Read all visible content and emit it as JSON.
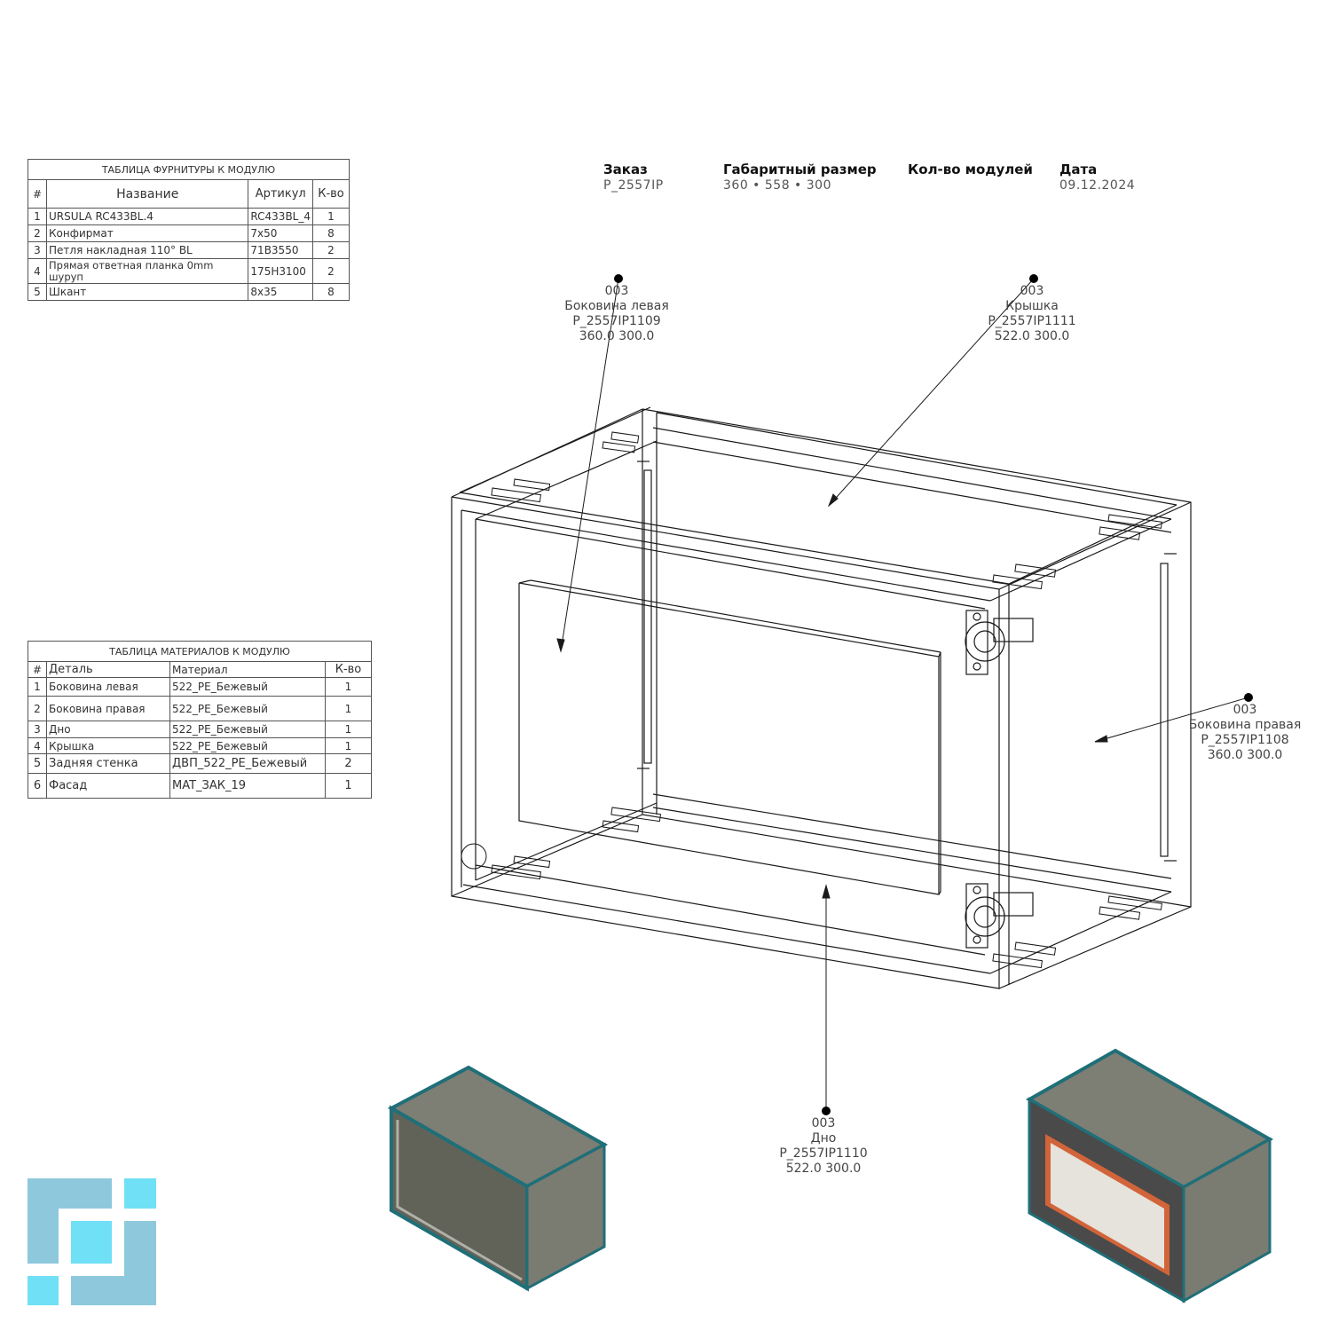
{
  "header": {
    "order_label": "Заказ",
    "order_value": "P_2557IP",
    "size_label": "Габаритный размер",
    "size_value": "360 • 558 • 300",
    "modules_label": "Кол-во модулей",
    "modules_value": "",
    "date_label": "Дата",
    "date_value": "09.12.2024"
  },
  "hardware_table": {
    "title": "ТАБЛИЦА ФУРНИТУРЫ К МОДУЛЮ",
    "columns": [
      "#",
      "Название",
      "Артикул",
      "К-во"
    ],
    "rows": [
      [
        "1",
        "URSULA RC433BL.4",
        "RC433BL_4",
        "1"
      ],
      [
        "2",
        "Конфирмат",
        "7x50",
        "8"
      ],
      [
        "3",
        "Петля накладная 110° BL",
        "71B3550",
        "2"
      ],
      [
        "4",
        "Прямая ответная планка 0mm шуруп",
        "175H3100",
        "2"
      ],
      [
        "5",
        "Шкант",
        "8x35",
        "8"
      ]
    ]
  },
  "materials_table": {
    "title": "ТАБЛИЦА МАТЕРИАЛОВ К МОДУЛЮ",
    "columns": [
      "#",
      "Деталь",
      "Материал",
      "К-во"
    ],
    "rows": [
      [
        "1",
        "Боковина левая",
        "522_PE_Бежевый",
        "1"
      ],
      [
        "2",
        "Боковина правая",
        "522_PE_Бежевый",
        "1"
      ],
      [
        "3",
        "Дно",
        "522_PE_Бежевый",
        "1"
      ],
      [
        "4",
        "Крышка",
        "522_PE_Бежевый",
        "1"
      ],
      [
        "5",
        "Задняя стенка",
        "ДВП_522_PE_Бежевый",
        "2"
      ],
      [
        "6",
        "Фасад",
        "MAT_ЗАК_19",
        "1"
      ]
    ]
  },
  "callouts": [
    {
      "num": "003",
      "name": "Боковина левая",
      "code": "P_2557IP1109",
      "dims": "360.0   300.0"
    },
    {
      "num": "003",
      "name": "Крышка",
      "code": "P_2557IP1111",
      "dims": "522.0   300.0"
    },
    {
      "num": "003",
      "name": "Боковина правая",
      "code": "P_2557IP1108",
      "dims": "360.0   300.0"
    },
    {
      "num": "003",
      "name": "Дно",
      "code": "P_2557IP1110",
      "dims": "522.0   300.0"
    }
  ],
  "colors": {
    "line": "#1a1a1a",
    "panel": "#7a7a70",
    "panel_dark": "#5f615a",
    "edge": "#1f6f78",
    "facade_frame": "#4a4a4a",
    "facade_orange": "#d2643a",
    "logo_light": "#6fe0f5",
    "logo_mid": "#8ec8dd"
  }
}
